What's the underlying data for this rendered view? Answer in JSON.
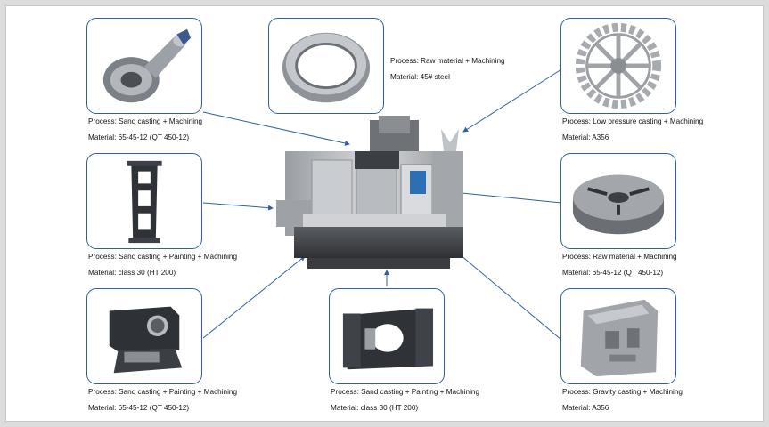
{
  "parts": [
    {
      "id": "shaft-flange",
      "process": "Process: Sand casting + Machining",
      "material": "Material: 65-45-12 (QT 450-12)"
    },
    {
      "id": "ring",
      "process": "Process: Raw material + Machining",
      "material": "Material: 45# steel"
    },
    {
      "id": "wheel",
      "process": "Process: Low pressure casting + Machining",
      "material": "Material: A356"
    },
    {
      "id": "frame-beam",
      "process": "Process: Sand casting + Painting + Machining",
      "material": "Material: class 30 (HT 200)"
    },
    {
      "id": "chuck",
      "process": "Process: Raw material + Machining",
      "material": "Material: 65-45-12 (QT 450-12)"
    },
    {
      "id": "spindle-block",
      "process": "Process: Sand casting + Painting + Machining",
      "material": "Material: 65-45-12 (QT 450-12)"
    },
    {
      "id": "base-plate",
      "process": "Process: Sand casting + Painting + Machining",
      "material": "Material: class 30 (HT 200)"
    },
    {
      "id": "bracket",
      "process": "Process: Gravity casting + Machining",
      "material": "Material: A356"
    }
  ],
  "colors": {
    "frame_border": "#2f5fa8",
    "connector": "#2f5fa8"
  }
}
